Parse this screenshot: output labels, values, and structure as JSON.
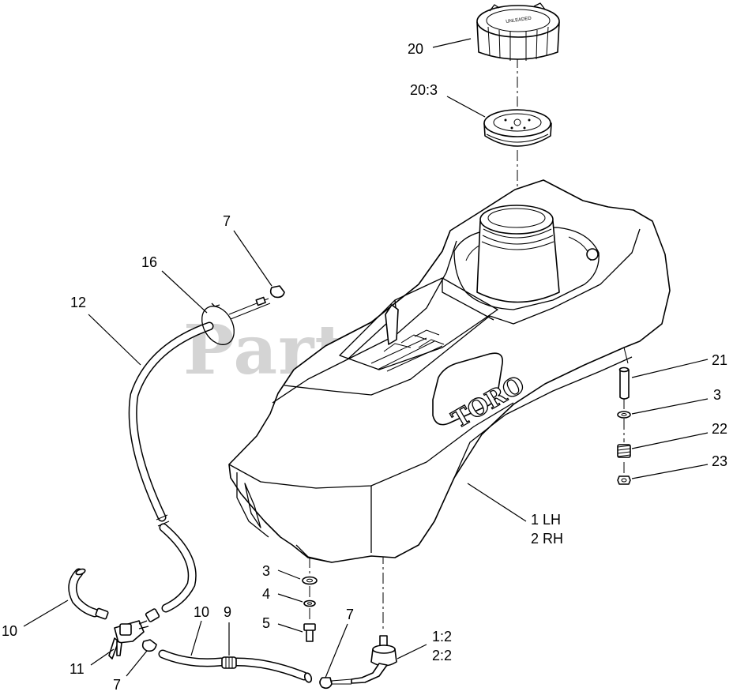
{
  "watermark": {
    "text": "PartsTree",
    "trademark": "™"
  },
  "tank": {
    "brand_text": "TORO",
    "cap_text": "UNLEADED"
  },
  "callouts": {
    "c20": "20",
    "c20_3": "20:3",
    "c7_top": "7",
    "c16": "16",
    "c12": "12",
    "c21": "21",
    "c3_right": "3",
    "c22": "22",
    "c23": "23",
    "c1_lh": "1 LH",
    "c2_rh": "2 RH",
    "c3_bottom": "3",
    "c4": "4",
    "c5": "5",
    "c7_bottom": "7",
    "c1_2": "1:2",
    "c2_2": "2:2",
    "c10_left": "10",
    "c10_mid": "10",
    "c9": "9",
    "c11": "11",
    "c7_left": "7"
  }
}
